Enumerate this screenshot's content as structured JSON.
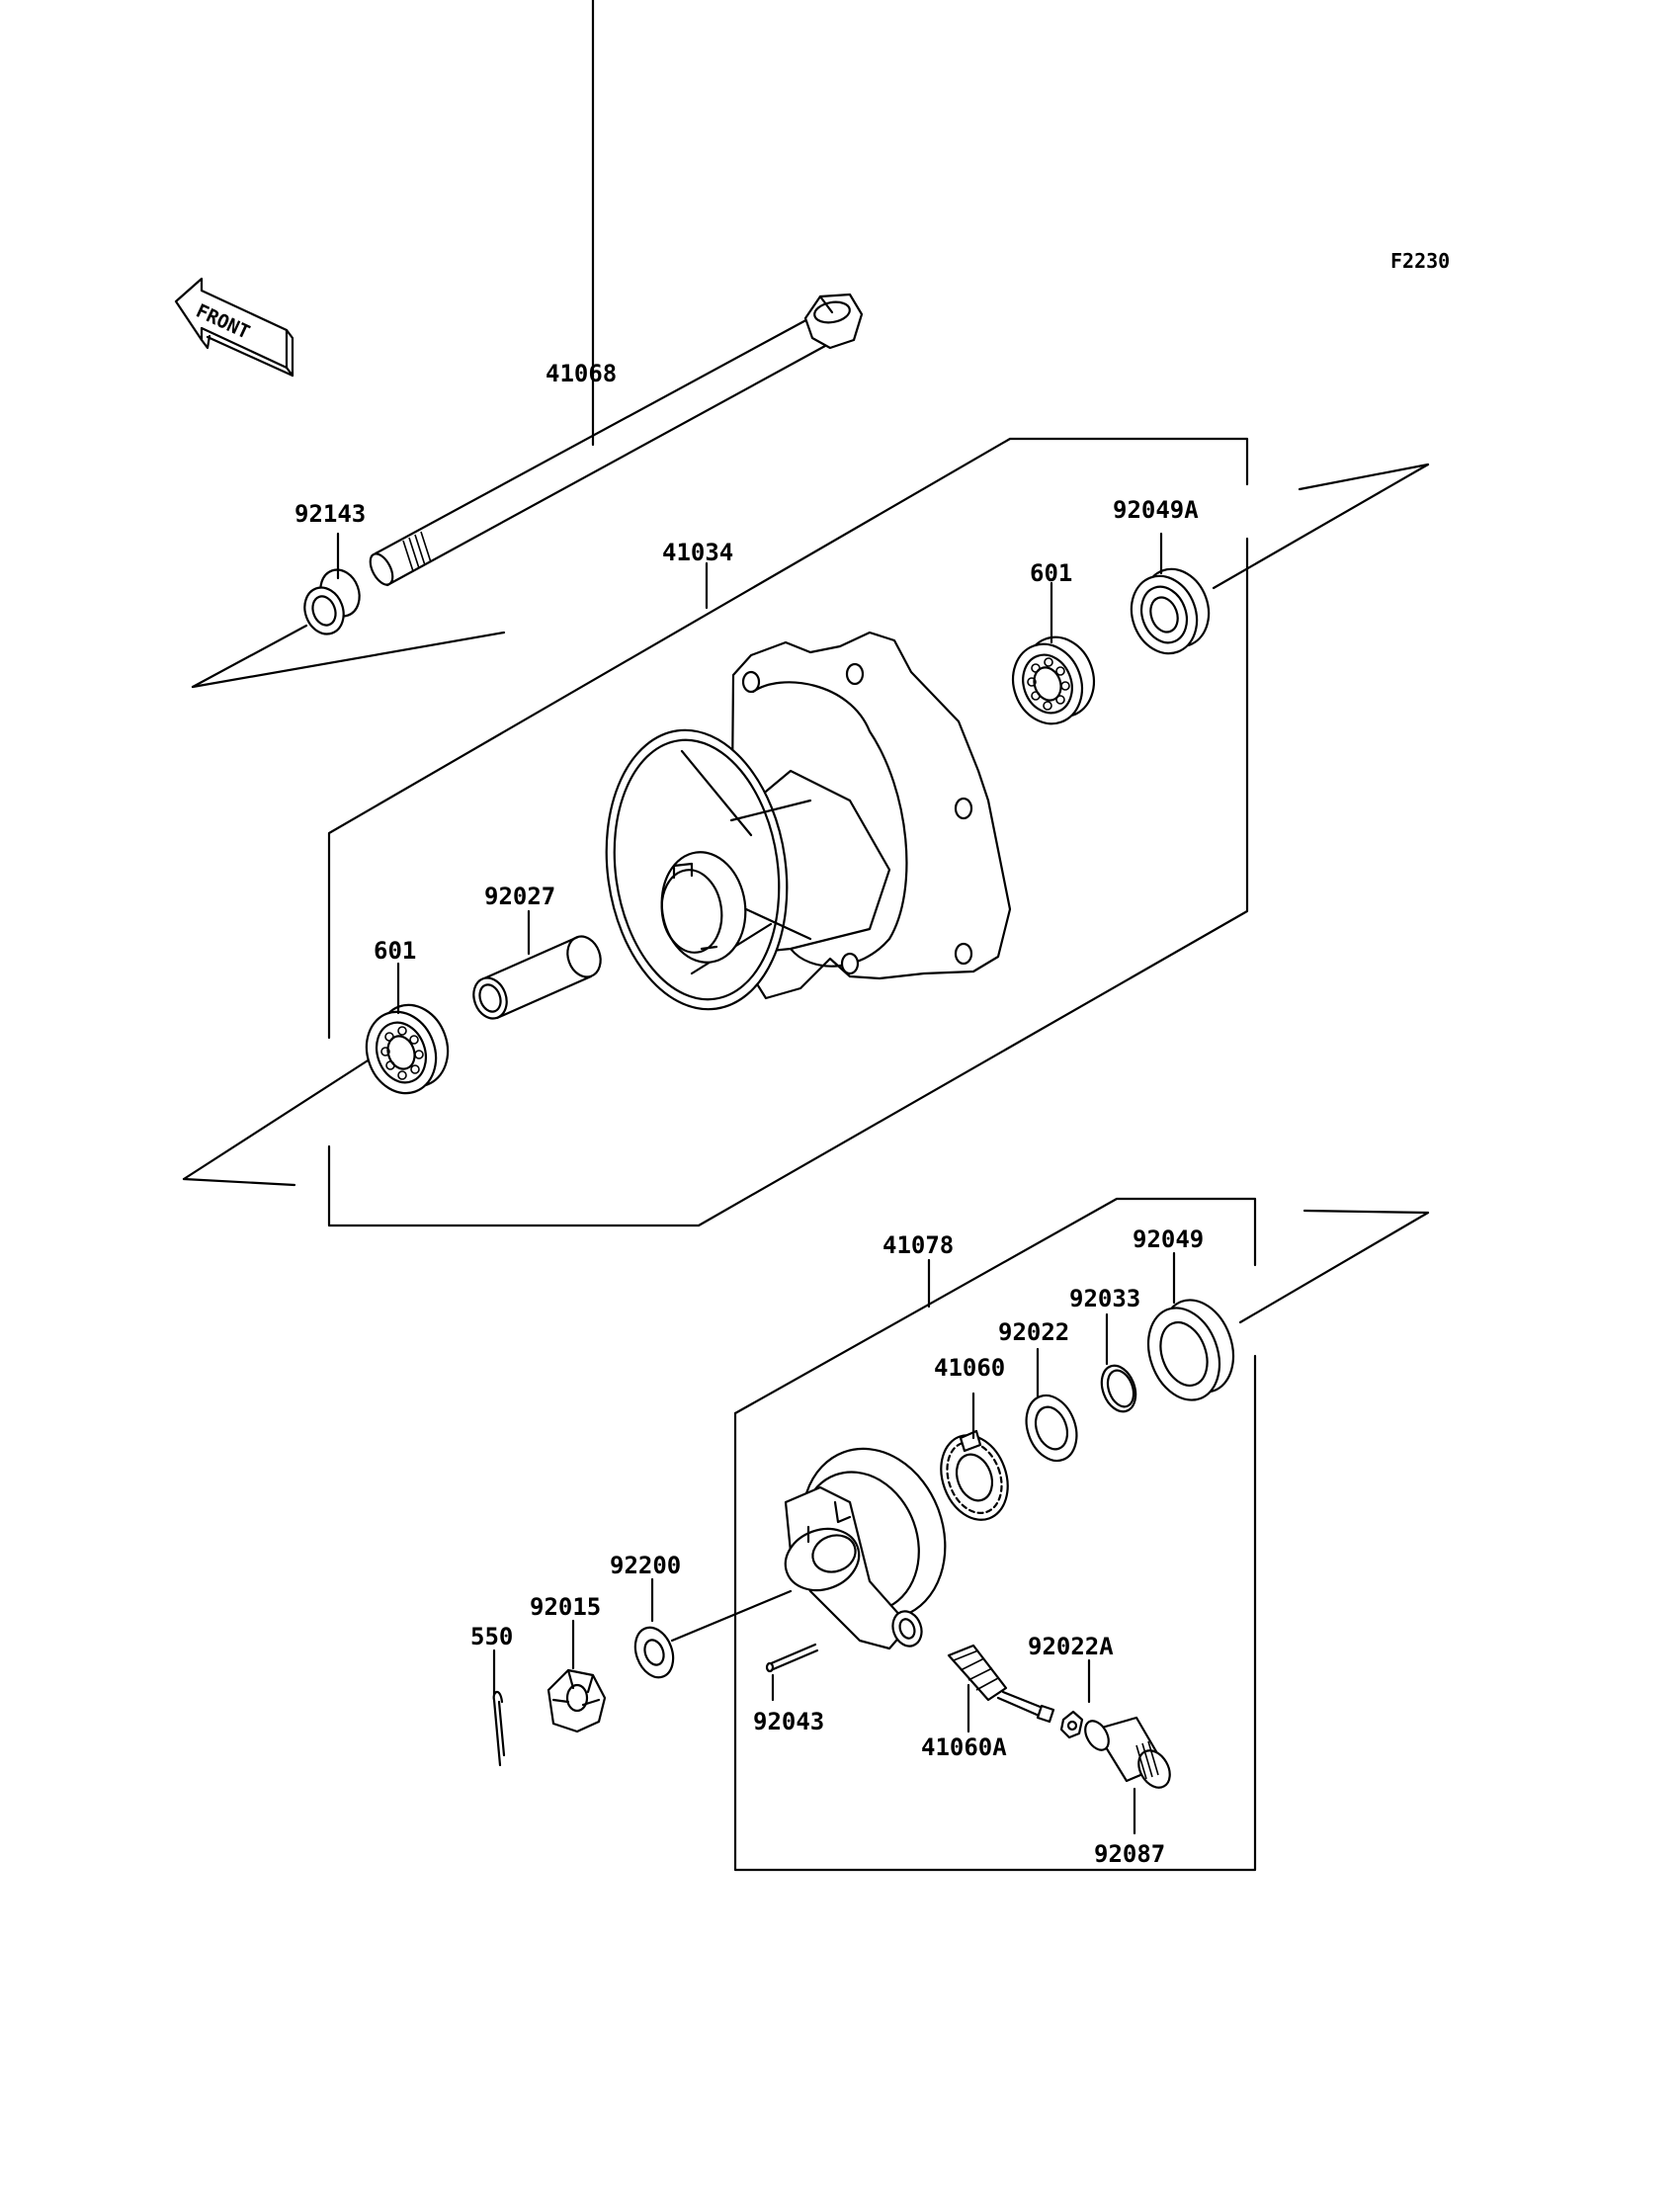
{
  "figure_code": "F2230",
  "front_label": "FRONT",
  "parts": {
    "axle": "41068",
    "collar_left": "92143",
    "hub": "41034",
    "bearing_right": "601",
    "seal_right": "92049A",
    "spacer": "92027",
    "bearing_left": "601",
    "gear_housing": "41078",
    "seal_gear": "92049",
    "circlip": "92033",
    "washer_gear": "92022",
    "gear": "41060",
    "washer_axle": "92200",
    "nut": "92015",
    "cotter_pin": "550",
    "pin": "92043",
    "pinion": "41060A",
    "washer_pinion": "92022A",
    "bushing": "92087"
  }
}
